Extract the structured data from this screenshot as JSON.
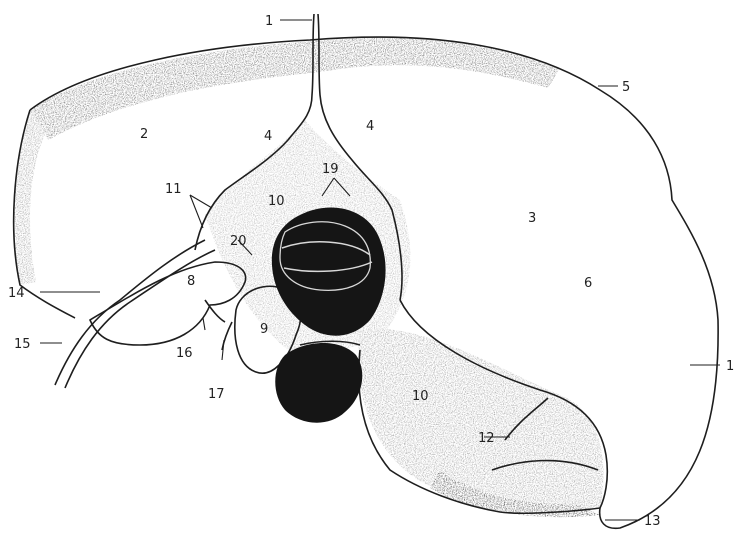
{
  "labels": {
    "l1_top": "1",
    "l1_right": "1",
    "l2": "2",
    "l3": "3",
    "l4_left": "4",
    "l4_right": "4",
    "l5": "5",
    "l6": "6",
    "l8": "8",
    "l9": "9",
    "l10_upper": "10",
    "l10_lower": "10",
    "l11": "11",
    "l12": "12",
    "l13": "13",
    "l14": "14",
    "l15": "15",
    "l16": "16",
    "l17": "17",
    "l19": "19",
    "l20": "20"
  },
  "colors": {
    "ink": "#1e1e1e",
    "stipple": "#9a9a9a",
    "dark_mass": "#151515",
    "paper": "#ffffff"
  }
}
